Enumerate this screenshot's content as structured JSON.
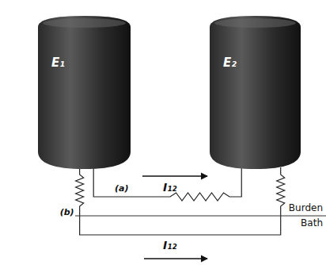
{
  "diagram": {
    "nodes": [
      {
        "text": [
          "E₁"
        ]
      },
      {
        "text": [
          "E₂"
        ]
      }
    ],
    "edges": [
      {
        "from": 0,
        "to": 1,
        "arrow": "none",
        "label": "(a)"
      },
      {
        "from": 0,
        "to": 1,
        "arrow": "none",
        "label": "(b)"
      }
    ],
    "labels": [
      "I₁₂",
      "Burden",
      "Bath",
      "I₁₂"
    ]
  }
}
